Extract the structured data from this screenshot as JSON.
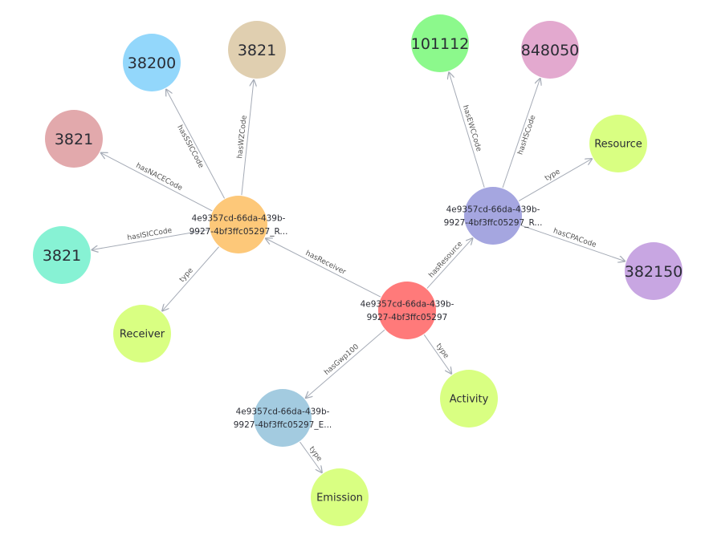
{
  "nodes": {
    "activity": {
      "lines": [
        "4e9357cd-66da-439b-",
        "9927-4bf3ffc05297"
      ],
      "color": "#ff7a7a",
      "size": "small"
    },
    "receiver_entity": {
      "lines": [
        "4e9357cd-66da-439b-",
        "9927-4bf3ffc05297_R..."
      ],
      "color": "#fdc879",
      "size": "small"
    },
    "resource_entity": {
      "lines": [
        "4e9357cd-66da-439b-",
        "9927-4bf3ffc05297_R..."
      ],
      "color": "#a5a6e0",
      "size": "small"
    },
    "emission_entity": {
      "lines": [
        "4e9357cd-66da-439b-",
        "9927-4bf3ffc05297_E..."
      ],
      "color": "#a3cbe0",
      "size": "small"
    },
    "code_38200": {
      "lines": [
        "38200"
      ],
      "color": "#93d7fb",
      "size": "large"
    },
    "code_3821_wz": {
      "lines": [
        "3821"
      ],
      "color": "#e0cfb0",
      "size": "large"
    },
    "code_3821_nace": {
      "lines": [
        "3821"
      ],
      "color": "#e2a9ac",
      "size": "large"
    },
    "code_3821_isic": {
      "lines": [
        "3821"
      ],
      "color": "#87f2d4",
      "size": "large"
    },
    "class_receiver": {
      "lines": [
        "Receiver"
      ],
      "color": "#d9ff82",
      "size": "medium"
    },
    "code_101112": {
      "lines": [
        "101112"
      ],
      "color": "#8cf98c",
      "size": "large"
    },
    "code_848050": {
      "lines": [
        "848050"
      ],
      "color": "#e3a9cf",
      "size": "large"
    },
    "class_resource": {
      "lines": [
        "Resource"
      ],
      "color": "#d9ff82",
      "size": "medium"
    },
    "code_382150": {
      "lines": [
        "382150"
      ],
      "color": "#c8a6e2",
      "size": "large"
    },
    "class_activity": {
      "lines": [
        "Activity"
      ],
      "color": "#d9ff82",
      "size": "medium"
    },
    "class_emission": {
      "lines": [
        "Emission"
      ],
      "color": "#d9ff82",
      "size": "medium"
    }
  },
  "edges": [
    {
      "id": "activity_hasReceiver",
      "from": "activity",
      "to": "receiver_entity",
      "label": "hasReceiver"
    },
    {
      "id": "activity_hasResource",
      "from": "activity",
      "to": "resource_entity",
      "label": "hasResource"
    },
    {
      "id": "activity_hasGwp100",
      "from": "activity",
      "to": "emission_entity",
      "label": "hasGwp100"
    },
    {
      "id": "activity_type",
      "from": "activity",
      "to": "class_activity",
      "label": "type"
    },
    {
      "id": "receiver_hasSSICCode",
      "from": "receiver_entity",
      "to": "code_38200",
      "label": "hasSSICCode"
    },
    {
      "id": "receiver_hasWZCode",
      "from": "receiver_entity",
      "to": "code_3821_wz",
      "label": "hasWZCode"
    },
    {
      "id": "receiver_hasNACECode",
      "from": "receiver_entity",
      "to": "code_3821_nace",
      "label": "hasNACECode"
    },
    {
      "id": "receiver_hasISICCode",
      "from": "receiver_entity",
      "to": "code_3821_isic",
      "label": "hasISICCode"
    },
    {
      "id": "receiver_type",
      "from": "receiver_entity",
      "to": "class_receiver",
      "label": "type"
    },
    {
      "id": "resource_hasEWCCode",
      "from": "resource_entity",
      "to": "code_101112",
      "label": "hasEWCCode"
    },
    {
      "id": "resource_hasHSCode",
      "from": "resource_entity",
      "to": "code_848050",
      "label": "hasHSCode"
    },
    {
      "id": "resource_type",
      "from": "resource_entity",
      "to": "class_resource",
      "label": "type"
    },
    {
      "id": "resource_hasCPACode",
      "from": "resource_entity",
      "to": "code_382150",
      "label": "hasCPACode"
    },
    {
      "id": "emission_type",
      "from": "emission_entity",
      "to": "class_emission",
      "label": "type"
    }
  ]
}
